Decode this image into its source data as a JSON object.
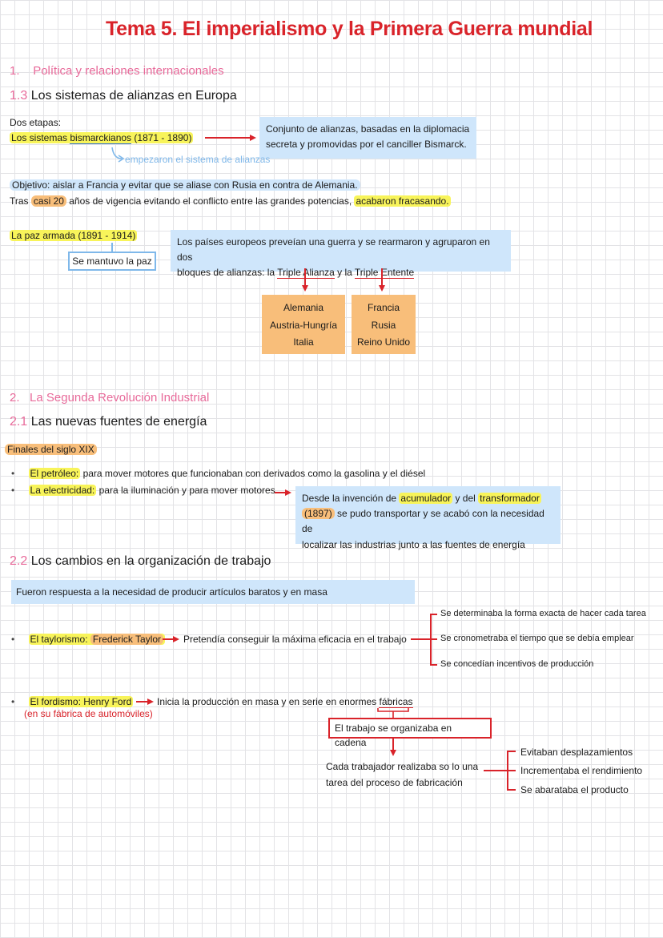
{
  "title": "Tema 5. El imperialismo y la Primera Guerra mundial",
  "section1": {
    "heading_num": "1.",
    "heading": "Política y relaciones internacionales",
    "sub_num": "1.3",
    "sub_title": "Los sistemas de alianzas en Europa",
    "dos_etapas": "Dos etapas:",
    "bism_prefix": "Los sistemas ",
    "bism_word": "bismarckianos",
    "bism_dates": " (1871 - 1890)",
    "bism_box": [
      "Conjunto de alianzas, basadas en la diplomacia",
      "secreta y promovidas por el canciller Bismarck."
    ],
    "bism_note": "empezaron el sistema de alianzas",
    "objetivo": "Objetivo: aislar a Francia y evitar que se aliase con Rusia en contra de Alemania.",
    "tras_prefix": "Tras ",
    "tras_hl": "casi 20",
    "tras_mid": " años de vigencia evitando el conflicto entre las grandes potencias, ",
    "tras_end": "acabaron fracasando.",
    "paz_label": "La paz armada (1891 - 1914)",
    "paz_note": "Se mantuvo la paz",
    "paz_box_line1": "Los países europeos preveían una guerra y se rearmaron y agruparon en dos",
    "paz_box_line2_prefix": "bloques de alianzas: la ",
    "triple_alianza": "Triple Alianza",
    "paz_box_line2_mid": " y la ",
    "triple_entente": "Triple Entente",
    "alianza_members": [
      "Alemania",
      "Austria-Hungría",
      "Italia"
    ],
    "entente_members": [
      "Francia",
      "Rusia",
      "Reino Unido"
    ]
  },
  "section2": {
    "heading_num": "2.",
    "heading": "La Segunda Revolución Industrial",
    "sub1_num": "2.1",
    "sub1_title": "Las nuevas fuentes de energía",
    "finales": "Finales del siglo XIX",
    "petroleo_label": "El petróleo:",
    "petroleo_text": " para mover motores que funcionaban con derivados como la gasolina y el diésel",
    "electricidad_label": "La electricidad:",
    "electricidad_text": " para la iluminación y para mover motores",
    "elec_box_l1_prefix": "Desde la invención de ",
    "acumulador": "acumulador",
    "elec_box_l1_mid": " y del ",
    "transformador": "transformador",
    "elec_box_year": "(1897)",
    "elec_box_l2_rest": " se pudo transportar y se acabó con la necesidad de",
    "elec_box_l3": "localizar las industrias junto a las fuentes de energía",
    "sub2_num": "2.2",
    "sub2_title": "Los cambios en la organización de trabajo",
    "fueron": "Fueron respuesta a la necesidad de producir artículos baratos y en masa",
    "taylor_label": "El taylorismo: ",
    "taylor_name": "Frederick Taylor",
    "taylor_text": "Pretendía conseguir la máxima eficacia en el trabajo",
    "taylor_points": [
      "Se determinaba la forma exacta de hacer cada tarea",
      "Se cronometraba el tiempo que se debía emplear",
      "Se concedían incentivos de producción"
    ],
    "ford_label": "El fordismo: ",
    "ford_name": "Henry Ford",
    "ford_text_prefix": "Inicia la producción en masa y en serie en enormes ",
    "ford_text_fabricas": "fábricas",
    "ford_note": "(en su fábrica de automóviles)",
    "cadena": "El trabajo se organizaba en cadena",
    "cada_l1": "Cada trabajador realizaba so lo una",
    "cada_l2": "tarea del proceso de fabricación",
    "ford_points": [
      "Evitaban desplazamientos",
      "Incrementaba el rendimiento",
      "Se abarataba el producto"
    ]
  },
  "colors": {
    "title_red": "#d9232a",
    "heading_pink": "#e86a9a",
    "box_blue": "#cfe6fb",
    "box_orange": "#f8be7a",
    "highlight_yellow": "#f8f45a",
    "highlight_green": "#c8ec7a"
  }
}
